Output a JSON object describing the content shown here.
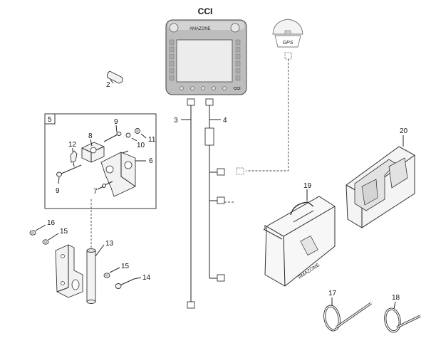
{
  "title": "CCI",
  "terminal": {
    "brand_top": "AMAZONE",
    "brand_bottom": "CCI"
  },
  "gps_label": "GPS",
  "case_brand": "AMAZONE",
  "box_label": "5",
  "callouts": {
    "c2": "2",
    "c3": "3",
    "c4": "4",
    "c5": "5",
    "c6": "6",
    "c7": "7",
    "c8": "8",
    "c9a": "9",
    "c9b": "9",
    "c10": "10",
    "c11": "11",
    "c12": "12",
    "c13": "13",
    "c14": "14",
    "c15a": "15",
    "c15b": "15",
    "c16": "16",
    "c17": "17",
    "c18": "18",
    "c19": "19",
    "c20": "20"
  }
}
